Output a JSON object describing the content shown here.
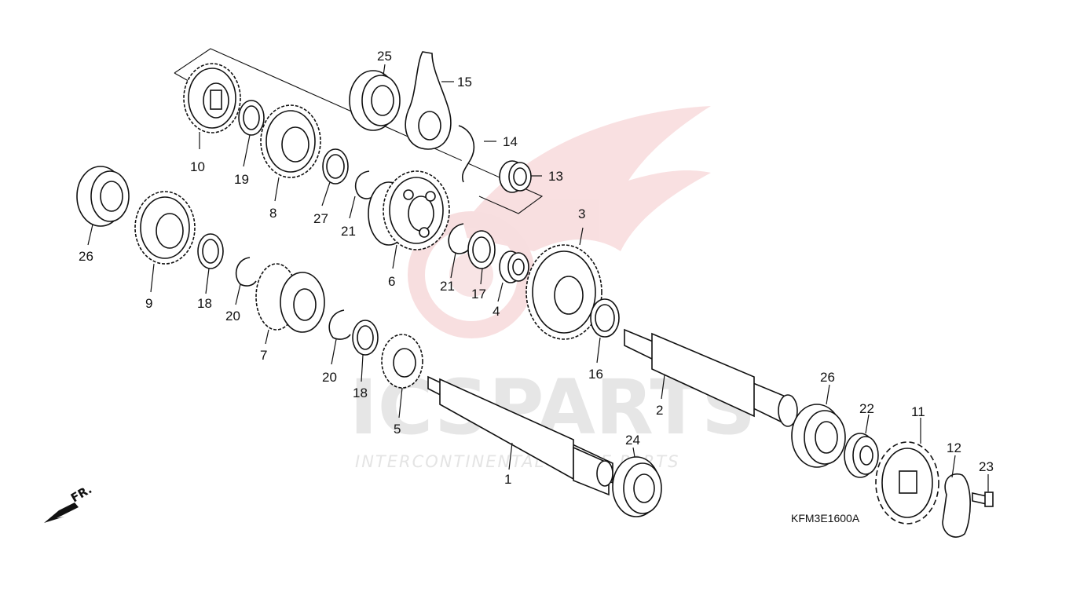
{
  "watermark": {
    "brand": "ICSPARTS",
    "tagline": "INTERCONTINENTAL SPARE PARTS"
  },
  "diagram_code": "KFM3E1600A",
  "direction_label": "FR.",
  "callouts": [
    {
      "id": "c1",
      "label": "1"
    },
    {
      "id": "c2",
      "label": "2"
    },
    {
      "id": "c3",
      "label": "3"
    },
    {
      "id": "c4",
      "label": "4"
    },
    {
      "id": "c5",
      "label": "5"
    },
    {
      "id": "c6",
      "label": "6"
    },
    {
      "id": "c7",
      "label": "7"
    },
    {
      "id": "c8",
      "label": "8"
    },
    {
      "id": "c9",
      "label": "9"
    },
    {
      "id": "c10",
      "label": "10"
    },
    {
      "id": "c11",
      "label": "11"
    },
    {
      "id": "c12",
      "label": "12"
    },
    {
      "id": "c13",
      "label": "13"
    },
    {
      "id": "c14",
      "label": "14"
    },
    {
      "id": "c15",
      "label": "15"
    },
    {
      "id": "c16",
      "label": "16"
    },
    {
      "id": "c17",
      "label": "17"
    },
    {
      "id": "c18a",
      "label": "18"
    },
    {
      "id": "c18b",
      "label": "18"
    },
    {
      "id": "c19",
      "label": "19"
    },
    {
      "id": "c20a",
      "label": "20"
    },
    {
      "id": "c20b",
      "label": "20"
    },
    {
      "id": "c21a",
      "label": "21"
    },
    {
      "id": "c21b",
      "label": "21"
    },
    {
      "id": "c22",
      "label": "22"
    },
    {
      "id": "c23",
      "label": "23"
    },
    {
      "id": "c24",
      "label": "24"
    },
    {
      "id": "c25",
      "label": "25"
    },
    {
      "id": "c26a",
      "label": "26"
    },
    {
      "id": "c26b",
      "label": "26"
    },
    {
      "id": "c27",
      "label": "27"
    }
  ]
}
